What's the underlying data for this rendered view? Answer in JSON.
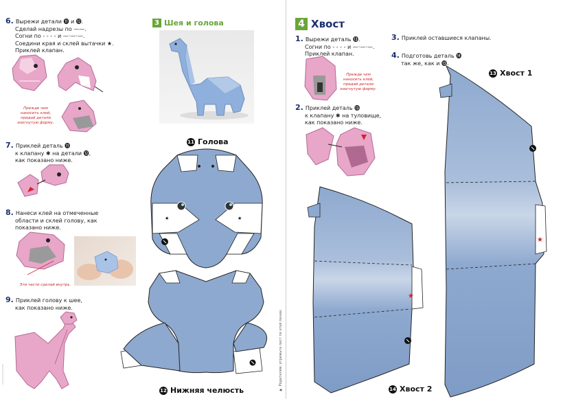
{
  "left_page": {
    "section": {
      "badge": "3",
      "title": "Шея и голова"
    },
    "steps": [
      {
        "num": "6.",
        "lines": [
          "Вырежи детали ⓫ и ⓬.",
          "Сделай надрезы по ——.",
          "Согни по - - - - и —·—·—.",
          "Соедини края и склей вытачки ★.",
          "Приклей клапан."
        ]
      },
      {
        "num": "7.",
        "lines": [
          "Приклей деталь ⓫",
          "к клапану ✱ на детали ⓬,",
          "как показано ниже."
        ]
      },
      {
        "num": "8.",
        "lines": [
          "Нанеси клей на отмеченные",
          "области и склей голову, как",
          "показано ниже."
        ]
      },
      {
        "num": "9.",
        "lines": [
          "Приклей голову к шее,",
          "как показано ниже."
        ]
      }
    ],
    "warning_1": [
      "Прежде чем",
      "наносить клей,",
      "придай детали",
      "изогнутую форму."
    ],
    "warning_2": "Эти части сделай внутрь.",
    "part_11": {
      "num": "11",
      "label": "Голова"
    },
    "part_12": {
      "num": "12",
      "label": "Нижняя челюсть"
    }
  },
  "spine_text": "✱ Родителям: отрежьте лист по этой линии.",
  "right_page": {
    "section": {
      "badge": "4",
      "title": "Хвост"
    },
    "steps": [
      {
        "num": "1.",
        "lines": [
          "Вырежи деталь ⓭.",
          "Согни по - - - - и —·—·—.",
          "Приклей клапан."
        ]
      },
      {
        "num": "2.",
        "lines": [
          "Приклей деталь ⓭",
          "к клапану ✱ на туловище,",
          "как показано ниже."
        ]
      },
      {
        "num": "3.",
        "lines": [
          "Приклей оставшиеся клапаны."
        ]
      },
      {
        "num": "4.",
        "lines": [
          "Подготовь деталь ⓮",
          "так же, как и ⓭."
        ]
      }
    ],
    "warning": [
      "Прежде чем",
      "наносить клей,",
      "придай детали",
      "изогнутую форму."
    ],
    "part_13": {
      "num": "13",
      "label": "Хвост 1"
    },
    "part_14": {
      "num": "14",
      "label": "Хвост 2"
    }
  },
  "colors": {
    "paper_blue": "#8ea9cf",
    "paper_light": "#c9d6e8",
    "accent_green": "#6aa53a",
    "step_blue": "#1a2f6e",
    "pink": "#e8a6c8",
    "warn_red": "#d0242b"
  }
}
